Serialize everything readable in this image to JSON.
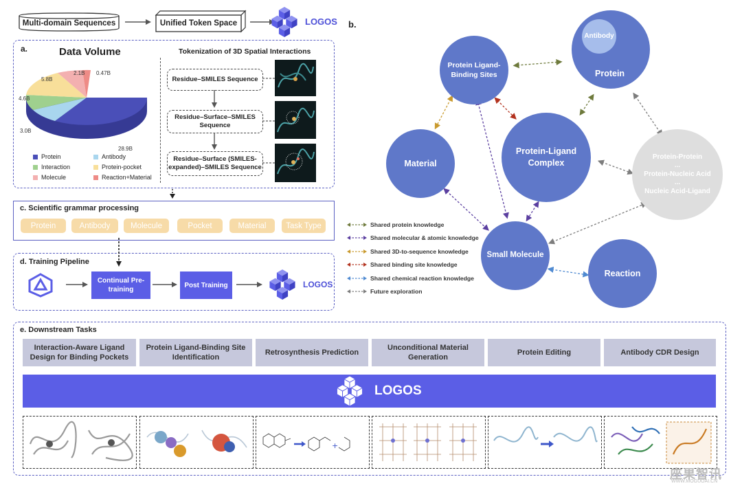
{
  "top": {
    "multi_domain": "Multi-domain Sequences",
    "unified": "Unified Token Space",
    "logo": "LOGOS"
  },
  "section_a": {
    "label": "a.",
    "title": "Data Volume",
    "tokenization_title": "Tokenization of 3D Spatial Interactions",
    "pie_labels": [
      "28.9B",
      "3.0B",
      "4.6B",
      "5.8B",
      "2.1B",
      "0.47B"
    ],
    "legend": [
      {
        "name": "Protein",
        "color": "#4a4fb8"
      },
      {
        "name": "Antibody",
        "color": "#a9d6ee"
      },
      {
        "name": "Interaction",
        "color": "#9fd08e"
      },
      {
        "name": "Protein-pocket",
        "color": "#f8df9a"
      },
      {
        "name": "Molecule",
        "color": "#f3b0b0"
      },
      {
        "name": "Reaction+Material",
        "color": "#ee8b86"
      }
    ],
    "steps": [
      "Residue–SMILES Sequence",
      "Residue–Surface–SMILES Sequence",
      "Residue–Surface (SMILES-expanded)–SMILES Sequence"
    ]
  },
  "section_c": {
    "label": "c.",
    "title": "Scientific grammar processing",
    "items": [
      "Protein",
      "Antibody",
      "Molecule",
      "Pocket",
      "Material",
      "Task Type"
    ]
  },
  "section_d": {
    "label": "d.",
    "title": "Training Pipeline",
    "steps": [
      "Continual Pre-training",
      "Post Training"
    ],
    "logo": "LOGOS"
  },
  "section_b": {
    "label": "b.",
    "nodes": {
      "binding_sites": "Protein Ligand-Binding Sites",
      "antibody": "Antibody",
      "protein": "Protein",
      "material": "Material",
      "complex": "Protein-Ligand Complex",
      "future_1": "Protein-Protein",
      "future_dots_1": "...",
      "future_2": "Protein-Nucleic Acid",
      "future_dots_2": "...",
      "future_3": "Nucleic Acid-Ligand",
      "small_molecule": "Small Molecule",
      "reaction": "Reaction"
    },
    "legend": [
      {
        "text": "Shared protein knowledge",
        "color": "#6e7a3c"
      },
      {
        "text": "Shared molecular & atomic knowledge",
        "color": "#5b3fa0"
      },
      {
        "text": "Shared 3D-to-sequence knowledge",
        "color": "#c99a2e"
      },
      {
        "text": "Shared binding site knowledge",
        "color": "#b3331f"
      },
      {
        "text": "Shared chemical reaction knowledge",
        "color": "#4f8ad1"
      },
      {
        "text": "Future exploration",
        "color": "#7d7d7d"
      }
    ]
  },
  "section_e": {
    "label": "e.",
    "title": "Downstream Tasks",
    "tasks": [
      "Interaction-Aware Ligand Design for Binding Pockets",
      "Protein Ligand-Binding Site Identification",
      "Retrosynthesis Prediction",
      "Unconditional Material Generation",
      "Protein Editing",
      "Antibody CDR Design"
    ],
    "logo": "LOGOS"
  },
  "watermark": {
    "line1": "座果智讯",
    "line2": "WWW.MOGUOAI.CN"
  }
}
